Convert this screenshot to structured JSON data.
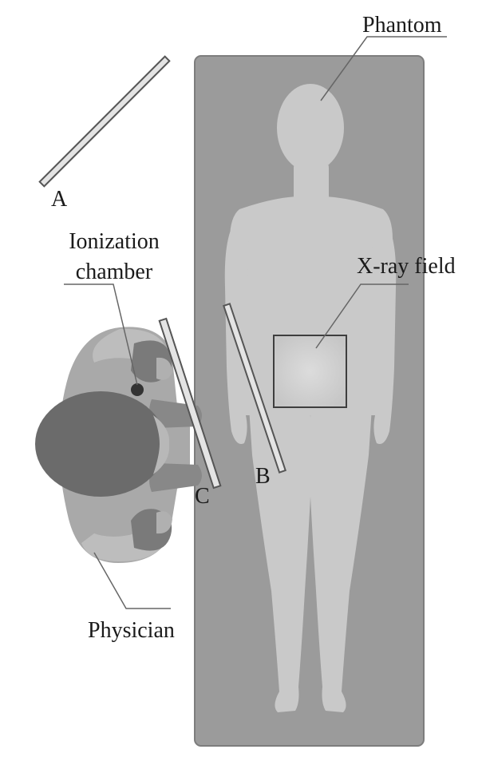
{
  "labels": {
    "phantom": "Phantom",
    "a": "A",
    "ionization_chamber": "Ionization chamber",
    "xray_field": "X-ray field",
    "b": "B",
    "c": "C",
    "physician": "Physician"
  },
  "colors": {
    "table": "#9b9b9b",
    "table_border": "#7d7d7d",
    "phantom_body": "#c9c9c9",
    "xray_field": "#d2d2d2",
    "physician_head": "#6b6b6b",
    "physician_body": "#a9a9a9",
    "physician_arms": "#7a7a7a",
    "shield_fill": "#e4e4e4",
    "shield_stroke": "#555555",
    "leader_line": "#666666"
  }
}
